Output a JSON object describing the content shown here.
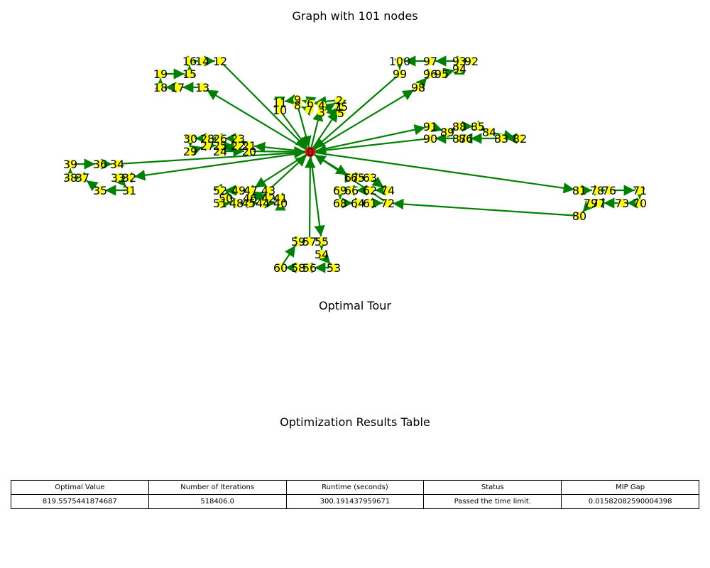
{
  "titles": {
    "graph": "Graph with 101 nodes",
    "tour": "Optimal Tour",
    "table": "Optimization Results Table"
  },
  "colors": {
    "edge": "#008000",
    "depot": "#ff0000",
    "node": "#ffff00",
    "label": "#000000"
  },
  "results": {
    "headers": [
      "Optimal Value",
      "Number of Iterations",
      "Runtime (seconds)",
      "Status",
      "MIP Gap"
    ],
    "values": [
      "819.5575441874687",
      "518406.0",
      "300.191437959671",
      "Passed the time limit.",
      "0.01582082590004398"
    ]
  },
  "graph": {
    "depot": "0",
    "node_ids": [
      "0",
      "1",
      "2",
      "3",
      "4",
      "5",
      "6",
      "7",
      "8",
      "9",
      "10",
      "11",
      "12",
      "13",
      "14",
      "15",
      "16",
      "17",
      "18",
      "19",
      "20",
      "21",
      "22",
      "23",
      "24",
      "25",
      "26",
      "27",
      "28",
      "29",
      "30",
      "31",
      "32",
      "33",
      "34",
      "35",
      "36",
      "37",
      "38",
      "39",
      "40",
      "41",
      "42",
      "43",
      "44",
      "45",
      "46",
      "47",
      "48",
      "49",
      "50",
      "51",
      "52",
      "53",
      "54",
      "55",
      "56",
      "57",
      "58",
      "59",
      "60",
      "61",
      "62",
      "63",
      "64",
      "65",
      "66",
      "67",
      "68",
      "69",
      "70",
      "71",
      "72",
      "73",
      "74",
      "75",
      "76",
      "77",
      "78",
      "79",
      "80",
      "81",
      "82",
      "83",
      "84",
      "85",
      "86",
      "87",
      "88",
      "89",
      "90",
      "91",
      "92",
      "93",
      "94",
      "95",
      "96",
      "97",
      "98",
      "99",
      "100"
    ],
    "edges": [
      [
        "0",
        "4"
      ],
      [
        "4",
        "9"
      ],
      [
        "9",
        "11"
      ],
      [
        "11",
        "10"
      ],
      [
        "10",
        "0"
      ],
      [
        "0",
        "75"
      ],
      [
        "75",
        "5"
      ],
      [
        "5",
        "3"
      ],
      [
        "3",
        "2"
      ],
      [
        "2",
        "6"
      ],
      [
        "6",
        "7"
      ],
      [
        "7",
        "8"
      ],
      [
        "8",
        "0"
      ],
      [
        "0",
        "13"
      ],
      [
        "13",
        "17"
      ],
      [
        "17",
        "18"
      ],
      [
        "18",
        "19"
      ],
      [
        "19",
        "15"
      ],
      [
        "15",
        "16"
      ],
      [
        "16",
        "14"
      ],
      [
        "14",
        "12"
      ],
      [
        "12",
        "0"
      ],
      [
        "0",
        "98"
      ],
      [
        "98",
        "96"
      ],
      [
        "96",
        "95"
      ],
      [
        "95",
        "94"
      ],
      [
        "94",
        "93"
      ],
      [
        "93",
        "92"
      ],
      [
        "92",
        "97"
      ],
      [
        "97",
        "100"
      ],
      [
        "100",
        "99"
      ],
      [
        "99",
        "0"
      ],
      [
        "0",
        "91"
      ],
      [
        "91",
        "89"
      ],
      [
        "89",
        "88"
      ],
      [
        "88",
        "85"
      ],
      [
        "85",
        "84"
      ],
      [
        "84",
        "82"
      ],
      [
        "82",
        "83"
      ],
      [
        "83",
        "86"
      ],
      [
        "86",
        "87"
      ],
      [
        "87",
        "90"
      ],
      [
        "90",
        "0"
      ],
      [
        "0",
        "21"
      ],
      [
        "21",
        "23"
      ],
      [
        "23",
        "26"
      ],
      [
        "26",
        "28"
      ],
      [
        "28",
        "30"
      ],
      [
        "30",
        "29"
      ],
      [
        "29",
        "27"
      ],
      [
        "27",
        "25"
      ],
      [
        "25",
        "22"
      ],
      [
        "22",
        "24"
      ],
      [
        "24",
        "20"
      ],
      [
        "20",
        "0"
      ],
      [
        "0",
        "32"
      ],
      [
        "32",
        "33"
      ],
      [
        "33",
        "31"
      ],
      [
        "31",
        "35"
      ],
      [
        "35",
        "37"
      ],
      [
        "37",
        "38"
      ],
      [
        "38",
        "39"
      ],
      [
        "39",
        "36"
      ],
      [
        "36",
        "34"
      ],
      [
        "34",
        "0"
      ],
      [
        "0",
        "47"
      ],
      [
        "47",
        "49"
      ],
      [
        "49",
        "52"
      ],
      [
        "52",
        "50"
      ],
      [
        "50",
        "51"
      ],
      [
        "51",
        "48"
      ],
      [
        "48",
        "45"
      ],
      [
        "45",
        "44"
      ],
      [
        "44",
        "40"
      ],
      [
        "40",
        "41"
      ],
      [
        "41",
        "42"
      ],
      [
        "42",
        "46"
      ],
      [
        "46",
        "43"
      ],
      [
        "43",
        "0"
      ],
      [
        "0",
        "55"
      ],
      [
        "55",
        "54"
      ],
      [
        "54",
        "53"
      ],
      [
        "53",
        "56"
      ],
      [
        "56",
        "58"
      ],
      [
        "58",
        "60"
      ],
      [
        "60",
        "59"
      ],
      [
        "59",
        "57"
      ],
      [
        "57",
        "0"
      ],
      [
        "0",
        "67"
      ],
      [
        "67",
        "65"
      ],
      [
        "65",
        "63"
      ],
      [
        "63",
        "74"
      ],
      [
        "74",
        "62"
      ],
      [
        "62",
        "66"
      ],
      [
        "66",
        "69"
      ],
      [
        "69",
        "68"
      ],
      [
        "68",
        "64"
      ],
      [
        "64",
        "61"
      ],
      [
        "61",
        "72"
      ],
      [
        "72",
        "0"
      ],
      [
        "0",
        "81"
      ],
      [
        "81",
        "78"
      ],
      [
        "78",
        "76"
      ],
      [
        "76",
        "71"
      ],
      [
        "71",
        "70"
      ],
      [
        "70",
        "73"
      ],
      [
        "73",
        "77"
      ],
      [
        "77",
        "79"
      ],
      [
        "79",
        "80"
      ],
      [
        "80",
        "72"
      ]
    ]
  }
}
